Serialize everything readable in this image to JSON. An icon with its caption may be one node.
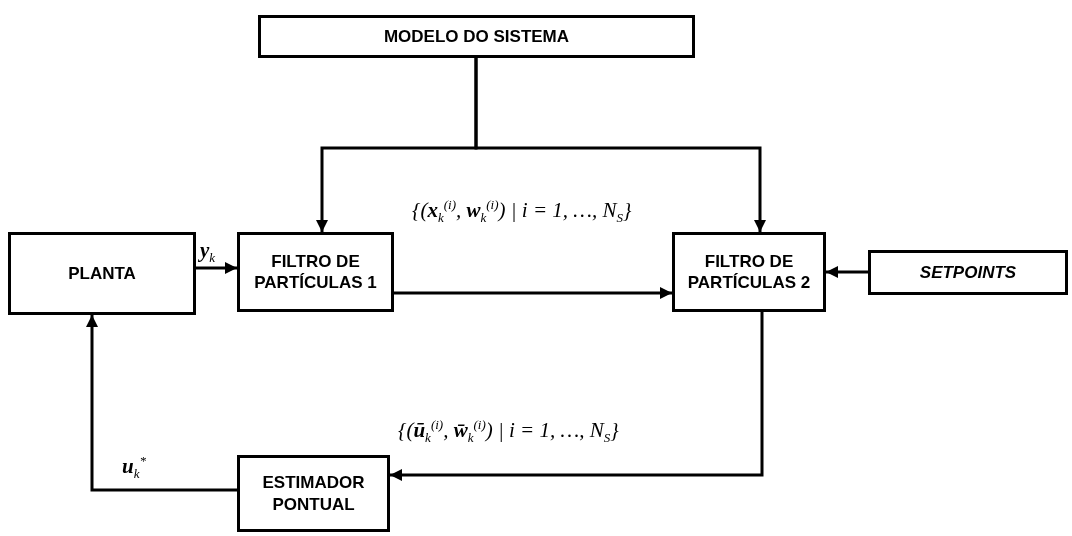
{
  "diagram": {
    "nodes": [
      {
        "text": [
          "MODELO DO SISTEMA"
        ]
      },
      {
        "text": [
          "PLANTA"
        ]
      },
      {
        "text": [
          "FILTRO DE PARTÍCULAS 1"
        ]
      },
      {
        "text": [
          "FILTRO DE PARTÍCULAS 2"
        ]
      },
      {
        "text": [
          "SETPOINTS"
        ]
      },
      {
        "text": [
          "ESTIMADOR PONTUAL"
        ]
      }
    ],
    "edges": [
      {
        "from": 0,
        "to": 2,
        "arrow": "to"
      },
      {
        "from": 0,
        "to": 3,
        "arrow": "to"
      },
      {
        "from": 1,
        "to": 2,
        "arrow": "to",
        "label": "**y**$_{k}$"
      },
      {
        "from": 2,
        "to": 3,
        "arrow": "to",
        "label": "{(**x**$_{k}$$^{(i)}$, **w**$_{k}$$^{(i)}$) | i = 1, …, N$_{S}$}"
      },
      {
        "from": 4,
        "to": 3,
        "arrow": "to"
      },
      {
        "from": 3,
        "to": 5,
        "arrow": "to",
        "label": "{(**ū**$_{k}$$^{(i)}$, **w̄**$_{k}$$^{(i)}$) | i = 1, …, N$_{S}$}"
      },
      {
        "from": 5,
        "to": 1,
        "arrow": "to",
        "label": "**u**$_{k}$$^{*}$"
      }
    ]
  }
}
